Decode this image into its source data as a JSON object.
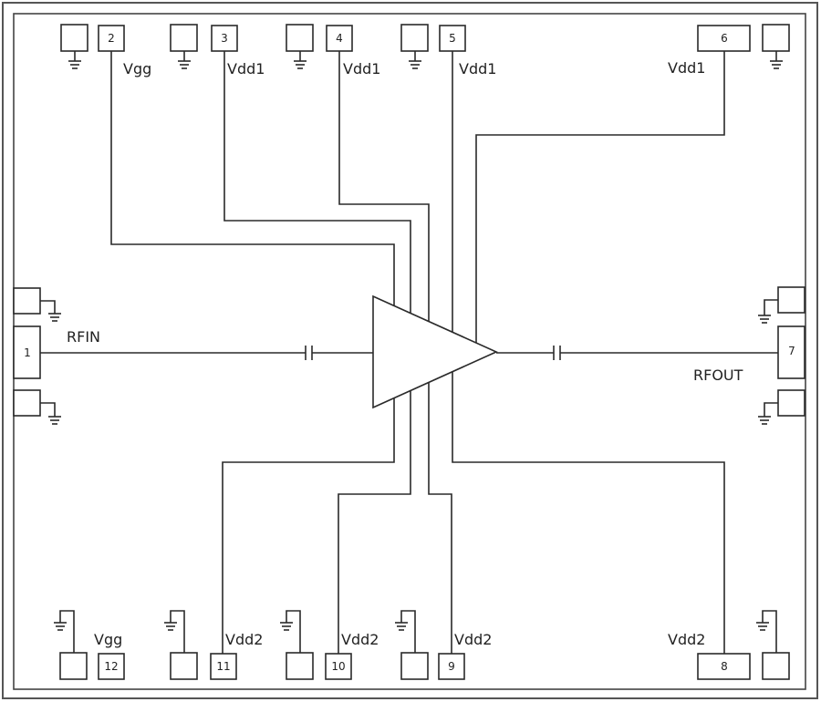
{
  "pins": {
    "p1": {
      "number": "1",
      "label": "RFIN"
    },
    "p2": {
      "number": "2",
      "label": "Vgg"
    },
    "p3": {
      "number": "3",
      "label": "Vdd1"
    },
    "p4": {
      "number": "4",
      "label": "Vdd1"
    },
    "p5": {
      "number": "5",
      "label": "Vdd1"
    },
    "p6": {
      "number": "6",
      "label": "Vdd1"
    },
    "p7": {
      "number": "7",
      "label": "RFOUT"
    },
    "p8": {
      "number": "8",
      "label": "Vdd2"
    },
    "p9": {
      "number": "9",
      "label": "Vdd2"
    },
    "p10": {
      "number": "10",
      "label": "Vdd2"
    },
    "p11": {
      "number": "11",
      "label": "Vdd2"
    },
    "p12": {
      "number": "12",
      "label": "Vgg"
    }
  }
}
